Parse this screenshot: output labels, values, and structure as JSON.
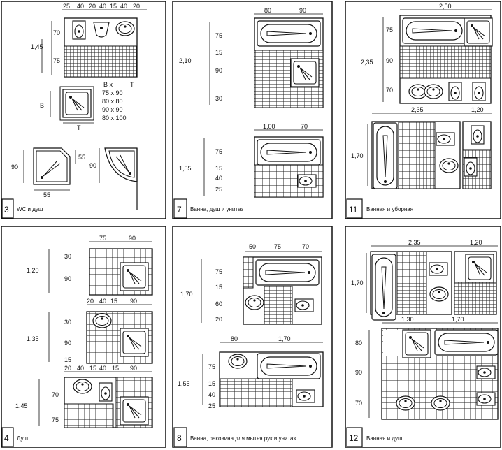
{
  "panels": [
    {
      "number": "3",
      "caption": "WC и душ"
    },
    {
      "number": "7",
      "caption": "Ванна, душ и унитаз"
    },
    {
      "number": "11",
      "caption": "Ванная и уборная"
    },
    {
      "number": "4",
      "caption": "Душ"
    },
    {
      "number": "8",
      "caption": "Ванна, раковина для мытья рук и унитаз"
    },
    {
      "number": "12",
      "caption": "Ванная и душ"
    }
  ],
  "p3": {
    "top_dims": [
      "25",
      "40",
      "20",
      "40",
      "15",
      "40",
      "20"
    ],
    "dim_total": "1,45",
    "dim_a": "70",
    "dim_b": "75",
    "dim_b_side": "B",
    "table_header_b": "B x",
    "table_header_t": "T",
    "table_rows": [
      "75 x  90",
      "80 x  80",
      "90 x  90",
      "80 x 100"
    ],
    "dim_t": "T",
    "corner_left": "90",
    "corner_bottom": "55",
    "corner_mid": "55",
    "corner_right": "90"
  },
  "p7": {
    "top_dims": [
      "80",
      "90"
    ],
    "dim_total": "2,10",
    "v1": "75",
    "v2": "15",
    "v3": "90",
    "v4": "30",
    "mid_dims": [
      "1,00",
      "70"
    ],
    "dim_total2": "1,55",
    "w1": "75",
    "w2": "15",
    "w3": "40",
    "w4": "25"
  },
  "p11": {
    "top_dim": "2,50",
    "dim_total": "2,35",
    "v1": "75",
    "v2": "90",
    "v3": "70",
    "mid_dims": [
      "2,35",
      "1,20"
    ],
    "dim_side": "1,70"
  },
  "p4": {
    "top_dims": [
      "75",
      "90"
    ],
    "a_total": "1,20",
    "a1": "30",
    "a2": "90",
    "mid_dims": [
      "20",
      "40",
      "15",
      "90"
    ],
    "b_total": "1,35",
    "b1": "30",
    "b2": "90",
    "b3": "15",
    "bot_dims": [
      "20",
      "40",
      "15",
      "40",
      "15",
      "90"
    ],
    "c_total": "1,45",
    "c1": "70",
    "c2": "75"
  },
  "p8": {
    "top_dims": [
      "50",
      "75",
      "70"
    ],
    "a_total": "1,70",
    "a1": "75",
    "a2": "15",
    "a3": "60",
    "a4": "20",
    "mid_dims": [
      "80",
      "1,70"
    ],
    "b_total": "1,55",
    "b1": "75",
    "b2": "15",
    "b3": "40",
    "b4": "25"
  },
  "p12": {
    "top_dims": [
      "2,35",
      "1,20"
    ],
    "dim_side": "1,70",
    "mid_dims": [
      "1,30",
      "1,70"
    ],
    "v1": "80",
    "v2": "90",
    "v3": "70"
  }
}
